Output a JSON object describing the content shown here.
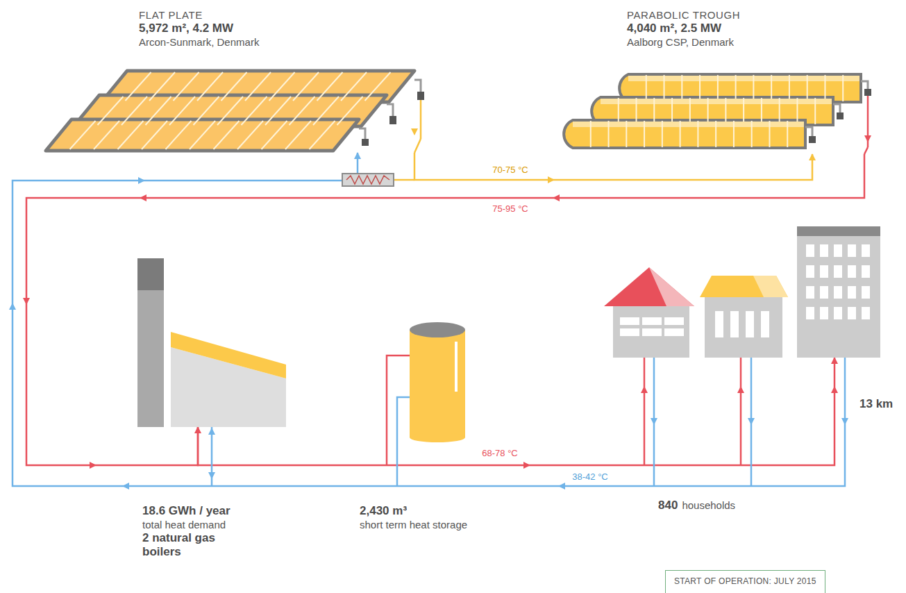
{
  "diagram": {
    "nodes": [
      {
        "text": [
          "FLAT PLATE",
          "5,972 m², 4.2 MW",
          "Arcon-Sunmark, Denmark"
        ]
      },
      {
        "text": [
          "PARABOLIC TROUGH",
          "4,040 m², 2.5 MW",
          "Aalborg CSP, Denmark"
        ]
      },
      {
        "text": [
          "18.6 GWh / year",
          "total heat demand",
          "2 natural gas boilers"
        ]
      },
      {
        "text": [
          "2,430 m³",
          "short term heat storage"
        ]
      },
      {
        "text": [
          "840",
          "households"
        ]
      },
      {
        "text": [
          "START OF OPERATION: JULY 2015"
        ]
      }
    ],
    "edges": [
      {
        "from": 0,
        "to": 1,
        "label": "70-75 °C",
        "arrow": "to"
      },
      {
        "from": 1,
        "to": 2,
        "label": "75-95 °C",
        "arrow": "to"
      },
      {
        "from": 2,
        "to": 4,
        "label": "68-78 °C",
        "arrow": "to"
      },
      {
        "from": 4,
        "to": 0,
        "label": "38-42 °C",
        "arrow": "to"
      }
    ],
    "labels": [
      "13 km"
    ]
  }
}
